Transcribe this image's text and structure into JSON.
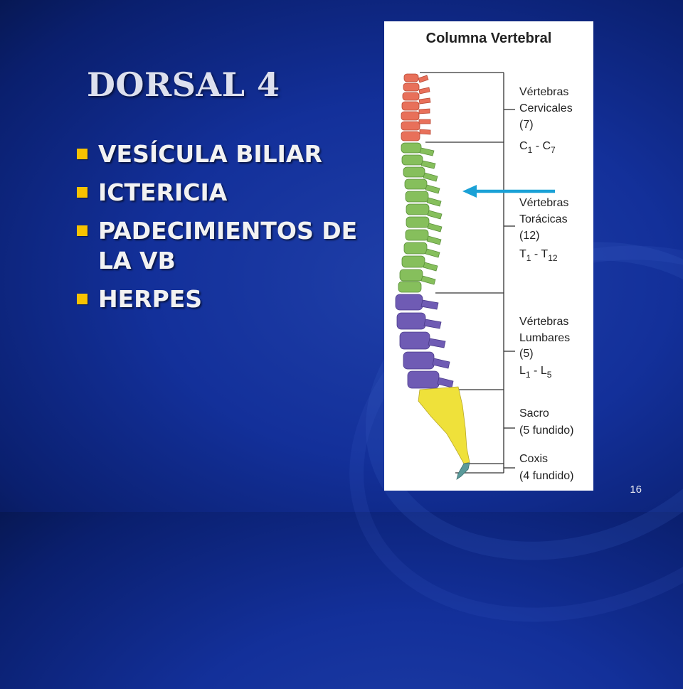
{
  "slide": {
    "title": "DORSAL 4",
    "bullets": [
      "VESÍCULA BILIAR",
      "ICTERICIA",
      "PADECIMIENTOS DE LA VB",
      "HERPES"
    ],
    "page_number": "16"
  },
  "diagram": {
    "heading": "Columna Vertebral",
    "regions": [
      {
        "lines": [
          "Vértebras",
          "Cervicales",
          "(7)"
        ],
        "range": {
          "a": "C",
          "a_sub": "1",
          "b": "C",
          "b_sub": "7"
        },
        "color": "#e8705a"
      },
      {
        "lines": [
          "Vértebras",
          "Torácicas",
          "(12)"
        ],
        "range": {
          "a": "T",
          "a_sub": "1",
          "b": "T",
          "b_sub": "12"
        },
        "color": "#86bf5c"
      },
      {
        "lines": [
          "Vértebras",
          "Lumbares",
          "(5)"
        ],
        "range": {
          "a": "L",
          "a_sub": "1",
          "b": "L",
          "b_sub": "5"
        },
        "color": "#6f5bb4"
      },
      {
        "lines": [
          "Sacro",
          "(5 fundido)"
        ],
        "color": "#efe13a"
      },
      {
        "lines": [
          "Coxis",
          "(4 fundido)"
        ],
        "color": "#5a9a9a"
      }
    ],
    "arrow_color": "#1aa1d6"
  }
}
